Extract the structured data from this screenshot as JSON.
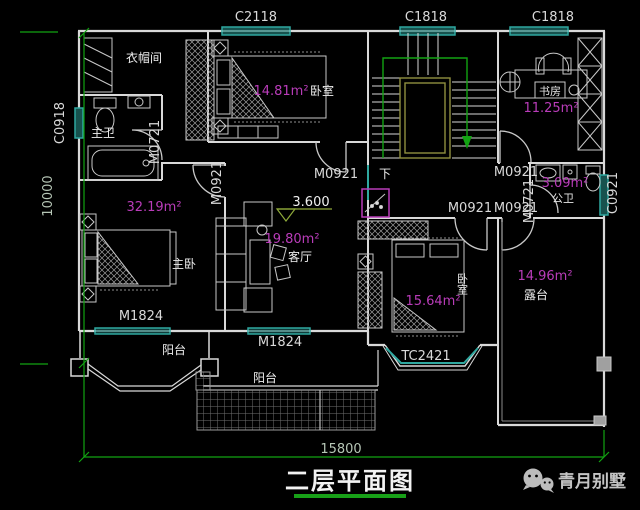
{
  "plan": {
    "title": "二层平面图",
    "watermark_name": "青月别墅",
    "dim_width": "15800",
    "dim_height": "10000",
    "elevation": "3.600",
    "stair_down": "下"
  },
  "windows": {
    "c2118": "C2118",
    "c1818_left": "C1818",
    "c1818_right": "C1818",
    "c0918": "C0918",
    "c0921": "C0921",
    "bay_window": "TC2421"
  },
  "doors": {
    "m0721_master_bath": "M0721",
    "m0721_public_bath": "M0721",
    "m0921_master": "M0921",
    "m0921_hall": "M0921",
    "m0921_study": "M0921",
    "m0921_bedroom2": "M0921",
    "m0921_terrace": "M0921",
    "m1824_left": "M1824",
    "m1824_right": "M1824"
  },
  "rooms": {
    "closet": "衣帽间",
    "master_bath": "主卫",
    "bedroom_top": "卧室",
    "bedroom_top_area": "14.81m²",
    "study": "书房",
    "study_area": "11.25m²",
    "public_bath": "公卫",
    "public_bath_area": "3.09m²",
    "living": "客厅",
    "living_area": "19.80m²",
    "master_bedroom": "主卧",
    "master_bedroom_area": "32.19m²",
    "bedroom_bottom": "卧室",
    "bedroom_bottom_area": "15.64m²",
    "terrace": "露台",
    "terrace_area": "14.96m²",
    "balcony_left": "阳台",
    "balcony_right": "阳台"
  },
  "colors": {
    "background": "#000000",
    "wall": "#d9d9d9",
    "window": "#2fa8a0",
    "dimension": "#12a312",
    "area_label": "#b93cb9",
    "stair_well": "#8f8f3f",
    "title_underline": "#18a018"
  }
}
